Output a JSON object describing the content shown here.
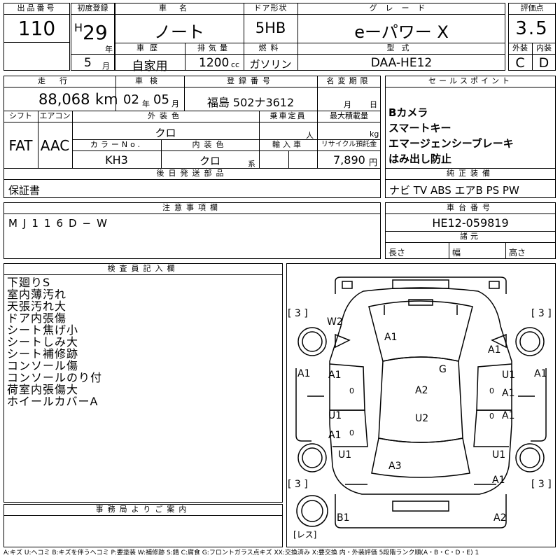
{
  "header": {
    "lot_no_label": "出品番号",
    "lot_no": "110",
    "first_reg_label": "初度登録",
    "era": "H",
    "year": "29",
    "year_unit": "年",
    "month": "5",
    "month_unit": "月",
    "car_name_label": "車名",
    "car_name": "ノート",
    "door_label": "ドア形状",
    "door": "5HB",
    "grade_label": "グレード",
    "grade": "eーパワー X",
    "score_label": "評価点",
    "score": "3.5",
    "history_label": "車歴",
    "history": "自家用",
    "displacement_label": "排気量",
    "displacement": "1200",
    "displacement_unit": "cc",
    "fuel_label": "燃料",
    "fuel": "ガソリン",
    "model_label": "型式",
    "model": "DAA-HE12",
    "ext_label": "外装",
    "ext": "C",
    "int_label": "内装",
    "int": "D"
  },
  "row2": {
    "mileage_label": "走行",
    "mileage": "88,068",
    "mileage_unit": "km",
    "inspection_label": "車検",
    "insp_year": "02",
    "insp_year_unit": "年",
    "insp_month": "05",
    "insp_month_unit": "月",
    "plate_label": "登録番号",
    "plate": "福島 502ナ3612",
    "name_change_label": "名変期限",
    "nc_month_unit": "月",
    "nc_day_unit": "日",
    "shift_label": "シフト",
    "shift": "FAT",
    "ac_label": "エアコン",
    "ac": "AAC",
    "ext_color_label": "外装色",
    "ext_color": "クロ",
    "capacity_label": "乗車定員",
    "capacity_unit": "人",
    "load_label": "最大積載量",
    "load_unit": "kg",
    "color_no_label": "カラーNo.",
    "color_no": "KH3",
    "int_color_label": "内装色",
    "int_color": "クロ",
    "int_color_unit": "系",
    "import_label": "輸入車",
    "recycle_label": "リサイクル預託金",
    "recycle": "7,890",
    "recycle_unit": "円",
    "later_parts_label": "後日発送部品",
    "later_parts": "保証書"
  },
  "sales": {
    "label": "セールスポイント",
    "items": [
      "Bカメラ",
      "スマートキー",
      "エマージェンシーブレーキ",
      "はみ出し防止"
    ]
  },
  "equipment": {
    "label": "純正装備",
    "value": "ナビ TV ABS エアB PS PW"
  },
  "notes": {
    "label": "注意事項欄",
    "value": "MJ116D−W"
  },
  "chassis": {
    "label": "車台番号",
    "value": "HE12-059819",
    "dims_label": "諸元",
    "length": "長さ",
    "width": "幅",
    "height": "高さ"
  },
  "inspector": {
    "label": "検査員記入欄",
    "items": [
      "下廻りS",
      "室内薄汚れ",
      "天張汚れ大",
      "ドア内張傷",
      "シート焦げ小",
      "シートしみ大",
      "シート補修跡",
      "コンソール傷",
      "コンソールのり付",
      "荷室内張傷大",
      "ホイールカバーA"
    ]
  },
  "office": {
    "label": "事務局よりご案内"
  },
  "legend": "A:キズ U:ヘコミ B:キズを伴うヘコミ P:要塗装 W:補修跡 S:錆 C:腐食 G:フロントガラス点キズ XX:交換済み X:要交換 内・外装評価 5段階ランク順(A・B・C・D・E) 1",
  "diagram": {
    "tires": [
      "[ 3 ]",
      "[ 3 ]",
      "[ 3 ]",
      "[ 3 ]"
    ],
    "marks": {
      "w2": "W2",
      "a1_bonnet": "A1",
      "a1_fr_fender": "A1",
      "a1_left": "A1",
      "a1_right": "A1",
      "g": "G",
      "a1_l_door": "A1",
      "zero_l_door": "0",
      "u1_r_door": "U1",
      "zero_r_door": "0",
      "a1_r_door": "A1",
      "a2_roof": "A2",
      "u1_l_rdoor": "U1",
      "u2_roof": "U2",
      "a1_r_rdoor": "A1",
      "zero_r_rdoor": "0",
      "a1_l_rdoor": "A1",
      "zero_l_rdoor": "0",
      "u1_l_rear": "U1",
      "u1_r_rear": "U1",
      "a3_trunk": "A3",
      "a1_rr_fender": "A1",
      "b1_rear": "B1",
      "a2_rear": "A2",
      "rest": "[レス]"
    }
  }
}
